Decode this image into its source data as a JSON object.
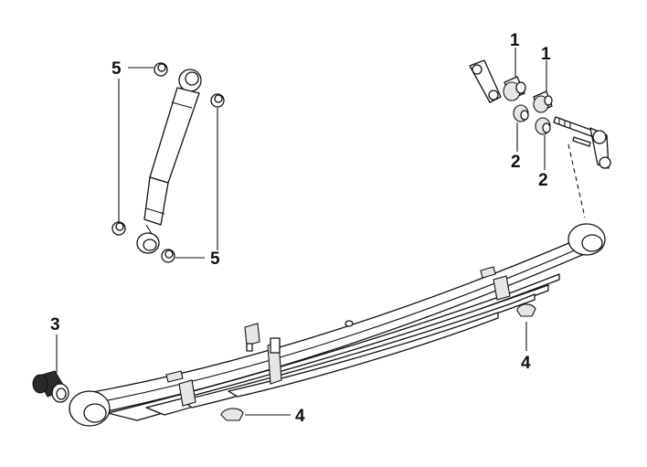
{
  "callouts": [
    {
      "id": "c1a",
      "text": "1"
    },
    {
      "id": "c1b",
      "text": "1"
    },
    {
      "id": "c2a",
      "text": "2"
    },
    {
      "id": "c2b",
      "text": "2"
    },
    {
      "id": "c3",
      "text": "3"
    },
    {
      "id": "c4a",
      "text": "4"
    },
    {
      "id": "c4b",
      "text": "4"
    },
    {
      "id": "c5a",
      "text": "5"
    },
    {
      "id": "c5b",
      "text": "5"
    }
  ]
}
